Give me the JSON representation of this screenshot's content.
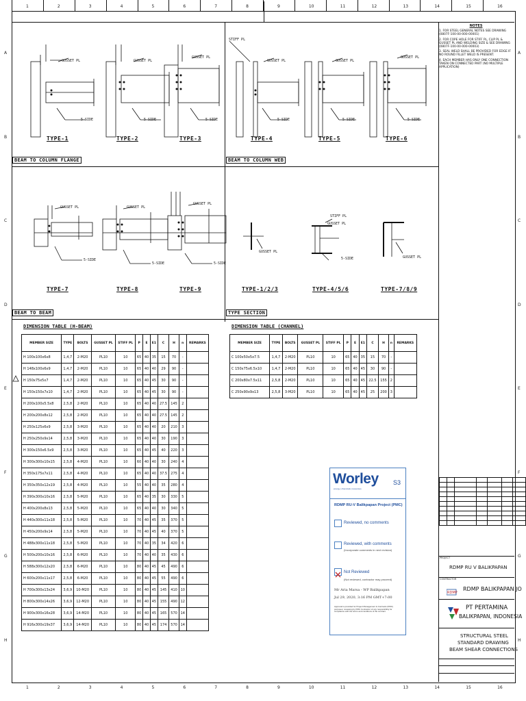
{
  "grid": {
    "columns": [
      "1",
      "2",
      "3",
      "4",
      "5",
      "6",
      "7",
      "8",
      "9",
      "10",
      "11",
      "12",
      "13",
      "14",
      "15",
      "16"
    ],
    "rows": [
      "A",
      "B",
      "C",
      "D",
      "E",
      "F",
      "G",
      "H"
    ]
  },
  "notes": {
    "title": "NOTES",
    "items": [
      "1. FOR STEEL GENERAL NOTES SEE DRAWING (0807F-100-00-000-00001)",
      "2. FOR COPE HOLE FOR STIFF PL, CLIP PL & GUSSET PL AND WELDING SIZE & SEE DRAWING (0807F-100-00-000-00003)",
      "3. SEAL WELD SHALL BE PROVIDED FOR EDGE IF NO ROUND FILLET WELD IS PRESENT.",
      "4. EACH MEMBER HAS ONLY ONE CONNECTION TAKEN ON CONNECTED PART (NO MULTIPLE APPLICATION)"
    ]
  },
  "sections": {
    "beam_to_column_flange": "BEAM TO COLUMN FLANGE",
    "beam_to_column_web": "BEAM TO COLUMN WEB",
    "beam_to_beam": "BEAM TO BEAM",
    "type_section": "TYPE SECTION"
  },
  "types": {
    "t1": "TYPE-1",
    "t2": "TYPE-2",
    "t3": "TYPE-3",
    "t4": "TYPE-4",
    "t5": "TYPE-5",
    "t6": "TYPE-6",
    "t7": "TYPE-7",
    "t8": "TYPE-8",
    "t9": "TYPE-9",
    "s123": "TYPE-1/2/3",
    "s456": "TYPE-4/5/6",
    "s789": "TYPE-7/8/9"
  },
  "callouts": {
    "gusset": "GUSSET PL",
    "stiff": "STIFF PL",
    "side": "5-SIDE"
  },
  "h_beam_table": {
    "title": "DIMENSION TABLE (H-BEAM)",
    "headers": [
      "MEMBER SIZE",
      "TYPE",
      "BOLTS",
      "GUSSET PL",
      "STIFF PL",
      "P",
      "E",
      "E1",
      "C",
      "H",
      "n",
      "REMARKS"
    ],
    "rows": [
      [
        "H 100x100x6x8",
        "1,4,7",
        "2-M20",
        "PL10",
        "10",
        "65",
        "40",
        "35",
        "15",
        "70",
        "-",
        ""
      ],
      [
        "H 148x100x6x9",
        "1,4,7",
        "2-M20",
        "PL10",
        "10",
        "65",
        "40",
        "40",
        "29",
        "90",
        "-",
        ""
      ],
      [
        "H 150x75x5x7",
        "1,4,7",
        "2-M20",
        "PL10",
        "10",
        "65",
        "40",
        "45",
        "30",
        "90",
        "-",
        ""
      ],
      [
        "H 150x150x7x10",
        "1,4,7",
        "2-M20",
        "PL10",
        "10",
        "65",
        "40",
        "45",
        "30",
        "90",
        "-",
        ""
      ],
      [
        "H 200x100x5.5x8",
        "2,5,8",
        "2-M20",
        "PL10",
        "10",
        "65",
        "40",
        "40",
        "27.5",
        "145",
        "2",
        ""
      ],
      [
        "H 200x200x8x12",
        "2,5,8",
        "2-M20",
        "PL10",
        "10",
        "65",
        "40",
        "40",
        "27.5",
        "145",
        "2",
        ""
      ],
      [
        "H 250x125x6x9",
        "2,5,8",
        "3-M20",
        "PL10",
        "10",
        "65",
        "40",
        "40",
        "20",
        "210",
        "3",
        ""
      ],
      [
        "H 250x250x9x14",
        "2,5,8",
        "3-M20",
        "PL10",
        "10",
        "65",
        "40",
        "40",
        "30",
        "190",
        "3",
        ""
      ],
      [
        "H 300x150x6.5x9",
        "2,5,8",
        "3-M20",
        "PL10",
        "10",
        "65",
        "40",
        "45",
        "40",
        "220",
        "3",
        ""
      ],
      [
        "H 300x300x10x15",
        "2,5,8",
        "4-M20",
        "PL10",
        "10",
        "60",
        "40",
        "40",
        "30",
        "240",
        "4",
        ""
      ],
      [
        "H 350x175x7x11",
        "2,5,8",
        "4-M20",
        "PL10",
        "10",
        "65",
        "40",
        "40",
        "37.5",
        "275",
        "4",
        ""
      ],
      [
        "H 350x350x12x19",
        "2,5,8",
        "4-M20",
        "PL10",
        "10",
        "55",
        "40",
        "40",
        "35",
        "280",
        "4",
        ""
      ],
      [
        "H 390x300x10x16",
        "2,5,8",
        "5-M20",
        "PL10",
        "10",
        "65",
        "40",
        "35",
        "30",
        "330",
        "5",
        ""
      ],
      [
        "H 400x200x8x13",
        "2,5,8",
        "5-M20",
        "PL10",
        "10",
        "65",
        "40",
        "40",
        "30",
        "340",
        "5",
        ""
      ],
      [
        "H 440x300x11x18",
        "2,5,8",
        "5-M20",
        "PL10",
        "10",
        "70",
        "40",
        "45",
        "35",
        "370",
        "5",
        ""
      ],
      [
        "H 450x200x9x14",
        "2,5,8",
        "5-M20",
        "PL10",
        "10",
        "70",
        "40",
        "45",
        "40",
        "370",
        "5",
        ""
      ],
      [
        "H 488x300x11x18",
        "2,5,8",
        "5-M20",
        "PL10",
        "10",
        "70",
        "40",
        "35",
        "34",
        "420",
        "6",
        ""
      ],
      [
        "H 500x200x10x16",
        "2,5,8",
        "6-M20",
        "PL10",
        "10",
        "70",
        "40",
        "40",
        "35",
        "430",
        "6",
        ""
      ],
      [
        "H 588x300x12x20",
        "2,5,8",
        "6-M20",
        "PL10",
        "10",
        "80",
        "40",
        "45",
        "45",
        "490",
        "6",
        ""
      ],
      [
        "H 600x200x11x17",
        "2,5,8",
        "6-M20",
        "PL10",
        "10",
        "80",
        "40",
        "45",
        "55",
        "490",
        "6",
        ""
      ],
      [
        "H 700x300x13x24",
        "3,6,9",
        "10-M20",
        "PL10",
        "10",
        "80",
        "40",
        "45",
        "145",
        "410",
        "10",
        ""
      ],
      [
        "H 800x300x14x26",
        "3,6,9",
        "12-M20",
        "PL10",
        "10",
        "80",
        "40",
        "45",
        "155",
        "490",
        "12",
        ""
      ],
      [
        "H 900x300x16x28",
        "3,6,9",
        "14-M20",
        "PL10",
        "10",
        "80",
        "40",
        "45",
        "165",
        "570",
        "14",
        ""
      ],
      [
        "H 916x300x19x37",
        "3,6,9",
        "14-M20",
        "PL10",
        "10",
        "80",
        "40",
        "45",
        "174",
        "570",
        "14",
        ""
      ]
    ]
  },
  "channel_table": {
    "title": "DIMENSION TABLE (CHANNEL)",
    "headers": [
      "MEMBER SIZE",
      "TYPE",
      "BOLTS",
      "GUSSET PL",
      "STIFF PL",
      "P",
      "E",
      "E1",
      "C",
      "H",
      "n",
      "REMARKS"
    ],
    "rows": [
      [
        "C 100x50x5x7.5",
        "1,4,7",
        "2-M20",
        "PL10",
        "10",
        "65",
        "40",
        "35",
        "15",
        "70",
        "-",
        ""
      ],
      [
        "C 150x75x6.5x10",
        "1,4,7",
        "2-M20",
        "PL10",
        "10",
        "65",
        "40",
        "45",
        "30",
        "90",
        "-",
        ""
      ],
      [
        "C 200x80x7.5x11",
        "2,5,8",
        "2-M20",
        "PL10",
        "10",
        "65",
        "40",
        "45",
        "22.5",
        "155",
        "2",
        ""
      ],
      [
        "C 250x90x9x13",
        "2,5,8",
        "3-M20",
        "PL10",
        "10",
        "65",
        "40",
        "45",
        "25",
        "200",
        "3",
        ""
      ]
    ]
  },
  "stamp": {
    "logo": "Worley",
    "tagline": "energy | chemicals | resources",
    "code": "S3",
    "project": "RDMP RU-V Balikpapan Project (PMC)",
    "options": [
      {
        "label": "Reviewed, no comments",
        "sub": ""
      },
      {
        "label": "Reviewed, with comments",
        "sub": "(Incorporate comments in next revision)"
      },
      {
        "label": "Not Reviewed",
        "sub": "(Not reviewed, contractor may proceed)"
      }
    ],
    "reviewer": "Mr Aria Marsa - WP Balikpapan",
    "date": "Jul 29, 2020, 3:16 PM GMT+7:00",
    "disclaimer": "Approval is provided for Project Management & Contracts (PMC) purposes; reviewing by PMC Contractor of any responsibility for compliance with the terms and conditions of the contract."
  },
  "title_block": {
    "project_label": "PROJECT",
    "project": "RDMP RU V BALIKPAPAN",
    "contractor_label": "CONTRACTOR",
    "contractor": "RDMP BALIKPAPAN JO",
    "owner_line1": "PT PERTAMINA",
    "owner_line2": "BALIKPAPAN, INDONESIA",
    "drawing_title_1": "STRUCTURAL STEEL",
    "drawing_title_2": "STANDARD DRAWING",
    "drawing_title_3": "BEAM SHEAR CONNECTIONS"
  }
}
